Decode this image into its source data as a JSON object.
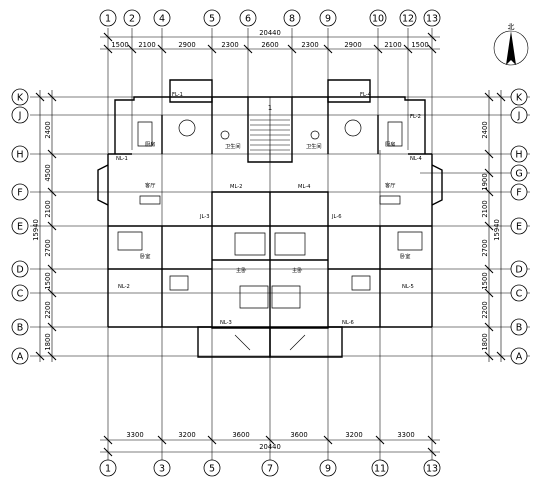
{
  "top_axes": [
    "1",
    "2",
    "4",
    "5",
    "6",
    "8",
    "9",
    "10",
    "12",
    "13"
  ],
  "bottom_axes": [
    "1",
    "3",
    "5",
    "7",
    "9",
    "11",
    "13"
  ],
  "left_axes": [
    "K",
    "J",
    "H",
    "F",
    "E",
    "D",
    "C",
    "B",
    "A"
  ],
  "right_axes": [
    "K",
    "J",
    "H",
    "G",
    "F",
    "E",
    "D",
    "C",
    "B",
    "A"
  ],
  "top_total": "20440",
  "top_dims": [
    "1500",
    "2100",
    "2900",
    "2300",
    "2600",
    "2300",
    "2900",
    "2100",
    "1500"
  ],
  "bottom_total": "20440",
  "bottom_dims": [
    "3300",
    "3200",
    "3600",
    "3600",
    "3200",
    "3300"
  ],
  "left_total": "15940",
  "left_dims": [
    "2400",
    "4500",
    "2100",
    "2700",
    "1500",
    "2200",
    "1800"
  ],
  "right_total": "15940",
  "right_dims": [
    "2400",
    "1900",
    "2100",
    "2700",
    "1500",
    "2200",
    "1800"
  ],
  "north_label": "北",
  "stair_label": "1",
  "window_labels": [
    "FL-1",
    "FL-4",
    "FL-2",
    "NL-1",
    "NL-2",
    "NL-3",
    "NL-4",
    "NL-5",
    "NL-6",
    "ML-2",
    "ML-4",
    "JL-3",
    "JL-6"
  ],
  "room_labels": [
    "厨房",
    "厨房",
    "客厅",
    "客厅",
    "卧室",
    "卧室",
    "主卧",
    "主卧",
    "卫生间",
    "卫生间"
  ]
}
